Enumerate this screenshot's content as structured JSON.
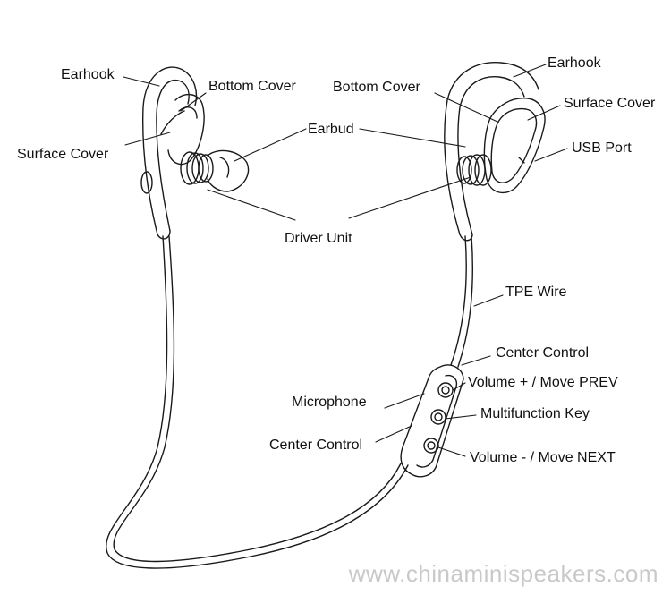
{
  "labels": {
    "earhook_left": "Earhook",
    "bottom_cover_left": "Bottom Cover",
    "surface_cover_left": "Surface Cover",
    "earbud": "Earbud",
    "driver_unit": "Driver Unit",
    "earhook_right": "Earhook",
    "bottom_cover_right": "Bottom Cover",
    "surface_cover_right": "Surface Cover",
    "usb_port": "USB Port",
    "tpe_wire": "TPE Wire",
    "center_control_top": "Center Control",
    "volume_plus": "Volume + / Move PREV",
    "microphone": "Microphone",
    "multifunction_key": "Multifunction Key",
    "center_control_left": "Center Control",
    "volume_minus": "Volume - / Move NEXT"
  },
  "watermark": "www.chinaminispeakers.com"
}
